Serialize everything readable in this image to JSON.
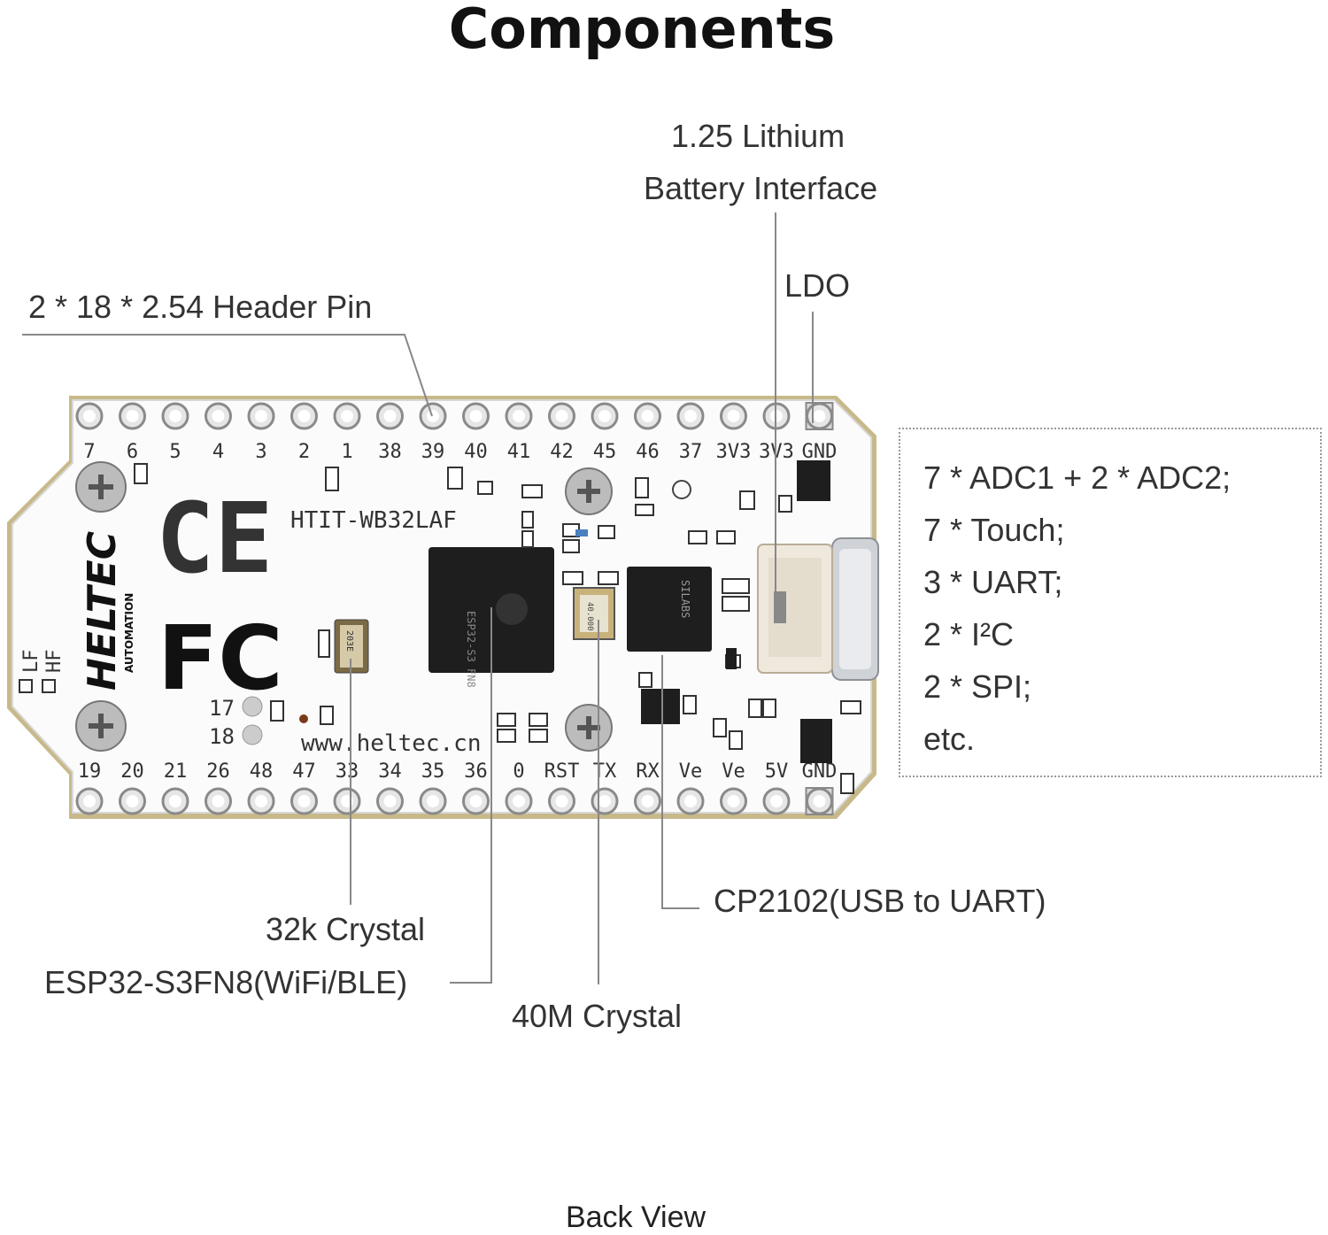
{
  "title": "Components",
  "callouts": {
    "battery_line1": "1.25 Lithium",
    "battery_line2": "Battery Interface",
    "ldo": "LDO",
    "header_pin": "2 * 18 * 2.54 Header Pin",
    "crystal_32k": "32k Crystal",
    "esp32": "ESP32-S3FN8(WiFi/BLE)",
    "crystal_40m": "40M Crystal",
    "cp2102": "CP2102(USB to UART)"
  },
  "specs": [
    "7 * ADC1 + 2 * ADC2;",
    "7 * Touch;",
    "3 * UART;",
    "2 * I²C",
    "2 * SPI;",
    "etc."
  ],
  "board": {
    "model": "HTIT-WB32LAF",
    "website": "www.heltec.cn",
    "brand": "HELTEC",
    "brand_sub": "AUTOMATION",
    "ce_mark": "CE",
    "fcc_mark": "FC",
    "lf_label": "LF",
    "hf_label": "HF",
    "pin17": "17",
    "pin18": "18",
    "crystal_text": "40.000",
    "cp_chip_text": "SILABS",
    "crystal32_text": "203E",
    "top_pins": [
      "7",
      "6",
      "5",
      "4",
      "3",
      "2",
      "1",
      "38",
      "39",
      "40",
      "41",
      "42",
      "45",
      "46",
      "37",
      "3V3",
      "3V3",
      "GND"
    ],
    "bottom_pins": [
      "19",
      "20",
      "21",
      "26",
      "48",
      "47",
      "33",
      "34",
      "35",
      "36",
      "0",
      "RST",
      "TX",
      "RX",
      "Ve",
      "Ve",
      "5V",
      "GND"
    ]
  },
  "footer": "Back View"
}
